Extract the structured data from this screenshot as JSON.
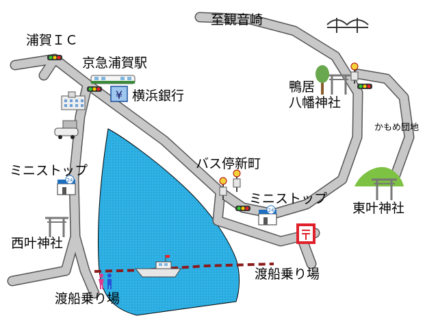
{
  "labels": {
    "kannonzaki": "至観音崎",
    "uraga_ic": "浦賀ＩＣ",
    "keikyu_uraga": "京急浦賀駅",
    "yokohama_bank": "横浜銀行",
    "kamoi_hachiman_1": "鴨居",
    "kamoi_hachiman_2": "八幡神社",
    "kamome_danchi": "かもめ団地",
    "ministop_west": "ミニストップ",
    "bus_shinmachi": "バス停新町",
    "ministop_east": "ミニストップ",
    "higashi_kano": "東叶神社",
    "nishi_kano": "西叶神社",
    "ferry_east": "渡船乗り場",
    "ferry_west": "渡船乗り場"
  },
  "icons": {
    "bank_symbol": "¥",
    "store_number": "24"
  },
  "colors": {
    "road": "#c8c8c8",
    "road_outline": "#555555",
    "water": "#33b5e5",
    "ferry_route": "#8b1a1a",
    "post_office": "#e0202a",
    "hill": "#7dc242"
  }
}
